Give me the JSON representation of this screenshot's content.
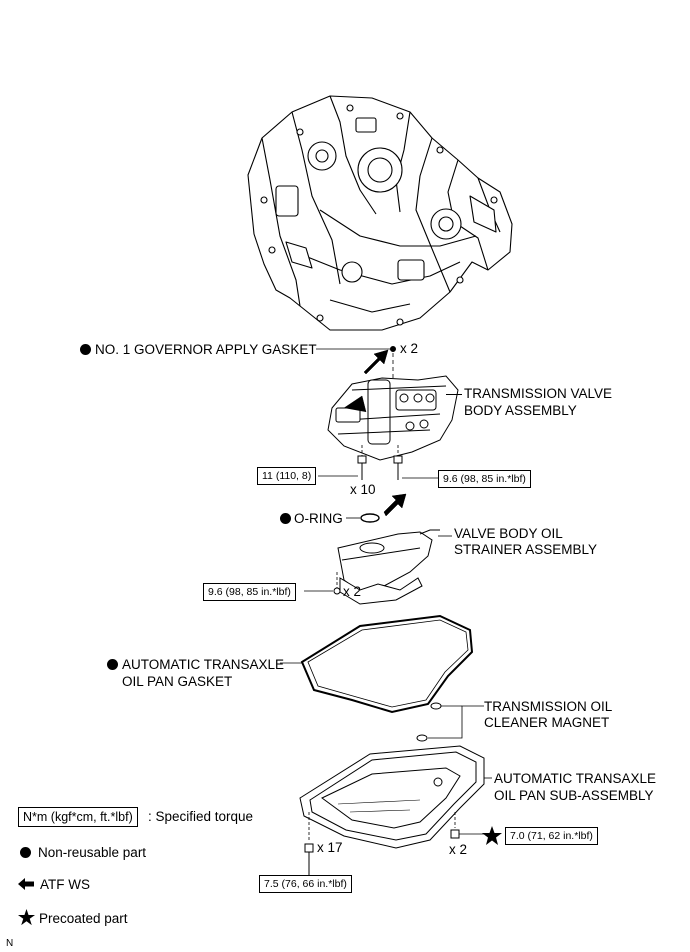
{
  "labels": {
    "governor_gasket": "NO. 1 GOVERNOR APPLY GASKET",
    "gasket_qty": "x 2",
    "valve_body_l1": "TRANSMISSION VALVE",
    "valve_body_l2": "BODY ASSEMBLY",
    "bolt_qty_10": "x 10",
    "o_ring": "O-RING",
    "strainer_l1": "VALVE BODY OIL",
    "strainer_l2": "STRAINER ASSEMBLY",
    "strainer_bolt_qty": "x 2",
    "pan_gasket_l1": "AUTOMATIC TRANSAXLE",
    "pan_gasket_l2": "OIL PAN GASKET",
    "magnet_l1": "TRANSMISSION OIL",
    "magnet_l2": "CLEANER MAGNET",
    "pan_l1": "AUTOMATIC TRANSAXLE",
    "pan_l2": "OIL PAN SUB-ASSEMBLY",
    "pan_bolt_qty_17": "x 17",
    "drain_qty": "x 2",
    "corner_letter": "N"
  },
  "torque": {
    "valve_body_a": "11 (110, 8)",
    "valve_body_b": "9.6 (98, 85 in.*lbf)",
    "strainer": "9.6 (98, 85 in.*lbf)",
    "pan_bolts": "7.5 (76, 66 in.*lbf)",
    "drain": "7.0 (71, 62 in.*lbf)"
  },
  "legend": {
    "torque_box": "N*m (kgf*cm, ft.*lbf)",
    "torque_text": ": Specified torque",
    "non_reusable": "Non-reusable part",
    "atf": "ATF WS",
    "precoated": "Precoated part"
  }
}
